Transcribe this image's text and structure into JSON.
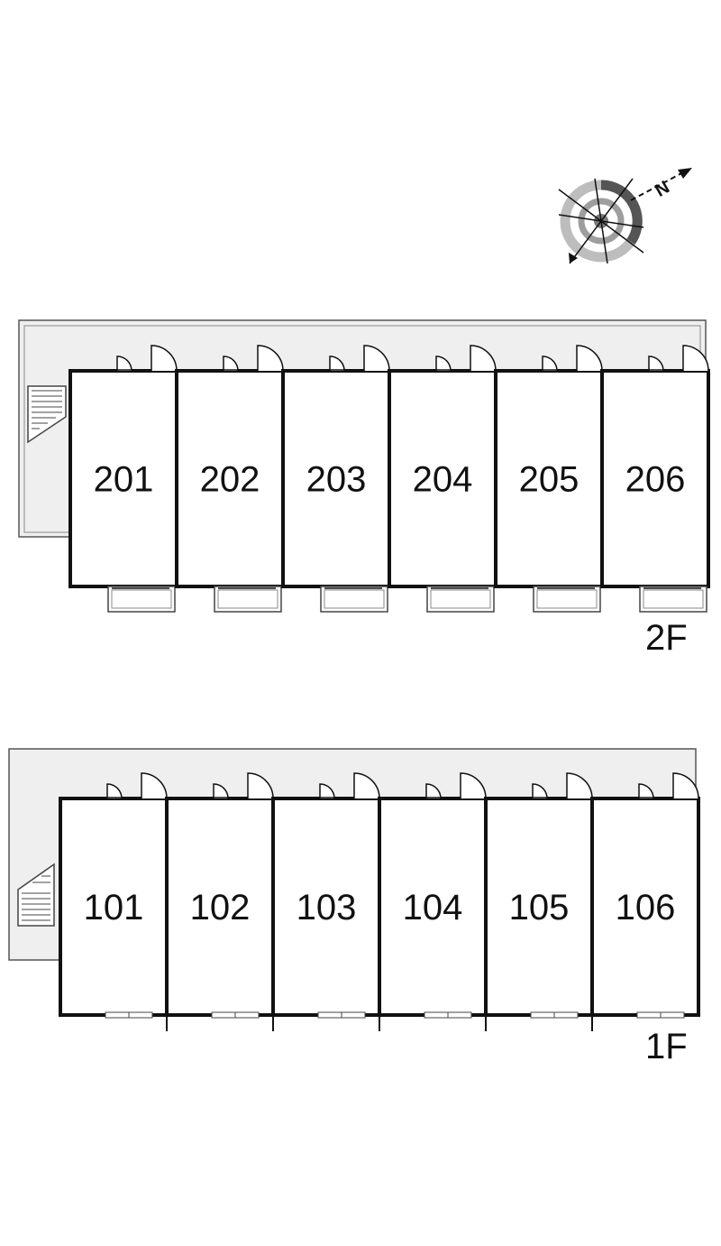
{
  "compass": {
    "north_label": "N"
  },
  "floors": [
    {
      "label": "2F",
      "units": [
        "201",
        "202",
        "203",
        "204",
        "205",
        "206"
      ]
    },
    {
      "label": "1F",
      "units": [
        "101",
        "102",
        "103",
        "104",
        "105",
        "106"
      ]
    }
  ],
  "colors": {
    "walkway": "#efefef",
    "walls": "#111111",
    "outline": "#555555"
  }
}
